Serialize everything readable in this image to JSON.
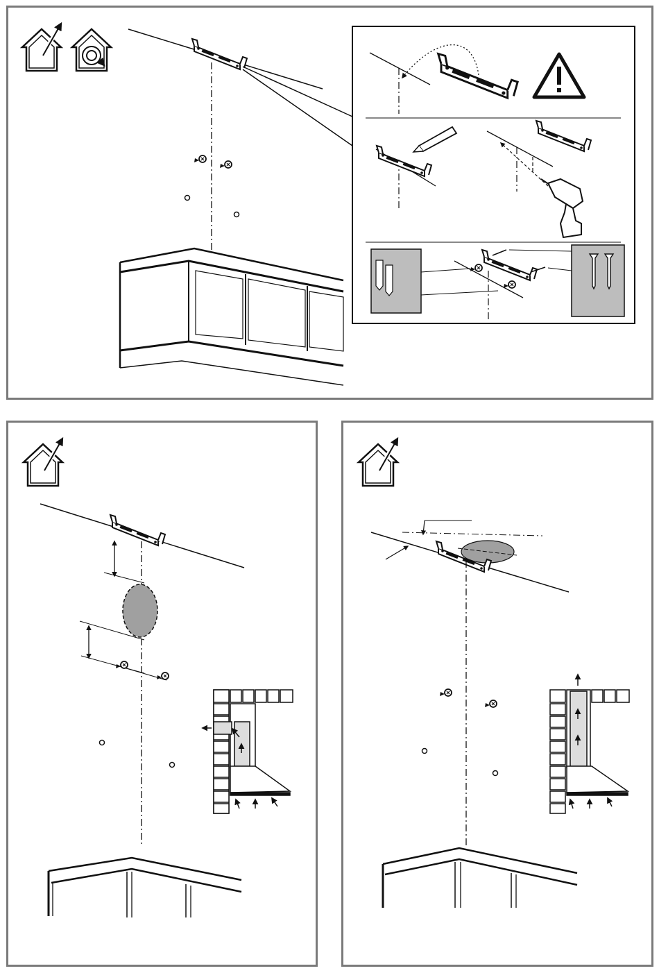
{
  "page": {
    "kind": "installation instructions – cooker hood wall mounting",
    "panels": [
      {
        "id": "top",
        "icons": [
          "duct-out-house-icon",
          "recirculation-house-icon"
        ]
      },
      {
        "id": "bottom-left",
        "icons": [
          "duct-out-house-icon"
        ]
      },
      {
        "id": "bottom-right",
        "icons": [
          "duct-out-house-icon"
        ]
      }
    ]
  },
  "colors": {
    "frame": "#7a7a7a",
    "line": "#1a1a1a",
    "shade": "#a0a0a0",
    "inset_bg": "#bdbdbd"
  },
  "icons": {
    "warning": "warning-triangle-icon",
    "pencil": "pencil-icon",
    "drill": "drill-icon",
    "wall_plugs": "wall-plug-icon",
    "screws": "screw-icon"
  }
}
